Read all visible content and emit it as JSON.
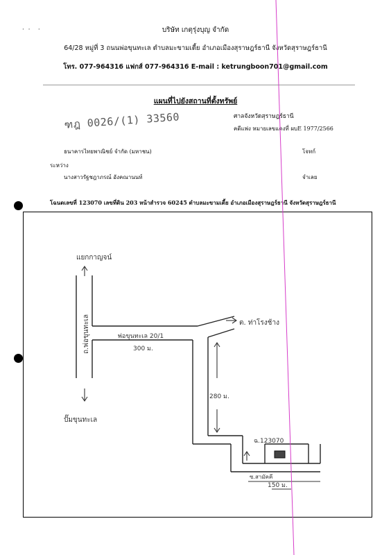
{
  "letterhead": {
    "company_name": "บริษัท เกตุรุ่งบุญ จำกัด",
    "address": "64/28 หมู่ที่ 3 ถนนพ่อขุนทะเล ตำบลมะขามเตี้ย อำเภอเมืองสุราษฎร์ธานี จังหวัดสุราษฎร์ธานี",
    "contact": "โทร. 077-964316 แฟกส์ 077-964316 E-mail : ketrungboon701@gmail.com"
  },
  "document": {
    "title": "แผนที่ไปยังสถานที่ตั้งทรัพย์",
    "court": "ศาลจังหวัดสุราษฎร์ธานี",
    "case_number": "คดีแพ่ง หมายเลขแดงที่ ผบE 1977/2566",
    "handwritten_ref": "ฑฎ 0026/(1) 33560"
  },
  "parties": {
    "plaintiff_name": "ธนาคารไทยพาณิชย์ จำกัด (มหาชน)",
    "plaintiff_role": "โจทก์",
    "between_label": "ระหว่าง",
    "defendant_name": "นางสาวรัฐชฎาภรณ์ อังคณานนท์",
    "defendant_role": "จำเลย"
  },
  "deed_info": "โฉนดเลขที่ 123070 เลขที่ดิน 203 หน้าสำรวจ 60245 ตำบลมะขามเตี้ย อำเภอเมืองสุราษฎร์ธานี จังหวัดสุราษฎร์ธานี",
  "map": {
    "label_north": "แยกกาญจน์",
    "label_south": "ปั๊มขุนทะเล",
    "main_road": "ถ.พ่อขุนทะเล",
    "side_road": "พ่อขุนทะเล 20/1",
    "destination_arrow": "ต. ท่าโรงช้าง",
    "dist_300": "300 ม.",
    "dist_280": "280 ม.",
    "dist_150": "150 ม.",
    "deed_label": "ฉ.123070",
    "small_lane": "ซ.สามัคคี"
  },
  "colors": {
    "margin_line": "#d63cc9",
    "ink": "#111111"
  }
}
